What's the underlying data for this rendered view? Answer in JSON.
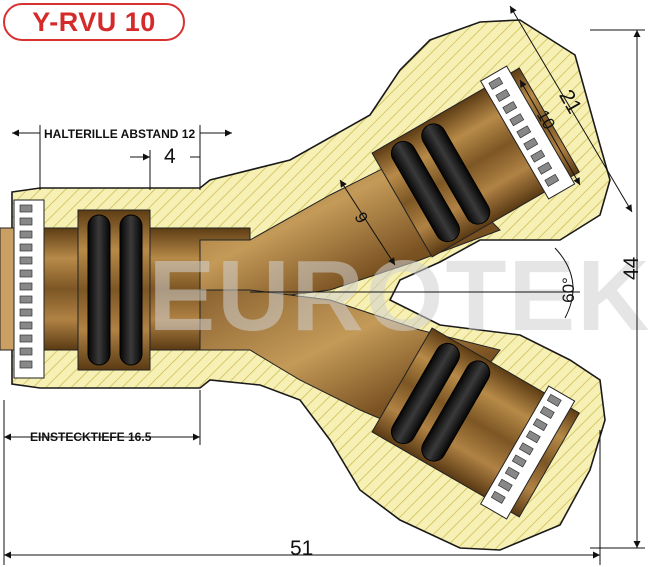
{
  "badge": {
    "text": "Y-RVU 10"
  },
  "labels": {
    "halterille": "HALTERILLE ABSTAND 12",
    "dim_4": "4",
    "einstecktiefe": "EINSTECKTIEFE 16.5",
    "dim_51": "51",
    "dim_44": "44",
    "dim_21": "21",
    "dim_10": "10",
    "dim_9": "9",
    "angle_60": "60°"
  },
  "watermark": "EUROTEK",
  "colors": {
    "badge_red": "#d42a2a",
    "hatch_fill": "#f7f0b4",
    "hatch_line": "#c8b84a",
    "brass": "#a77b3c",
    "brass_dark": "#6e4a1c",
    "oring": "#151515"
  }
}
